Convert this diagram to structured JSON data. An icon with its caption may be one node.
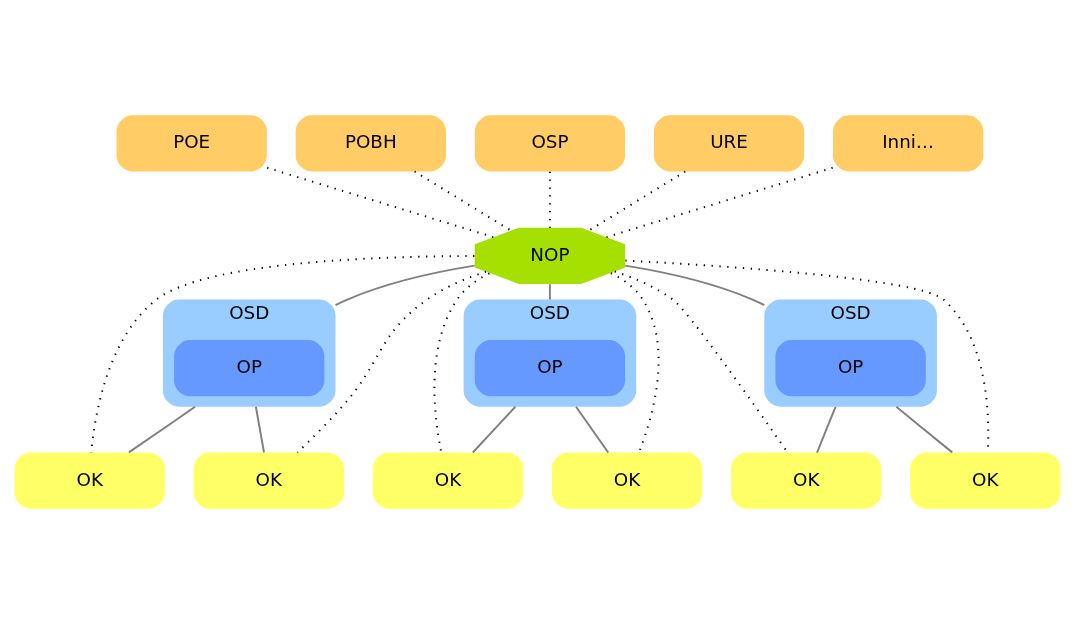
{
  "diagram": {
    "nodes": [
      {
        "text": [
          "POE"
        ]
      },
      {
        "text": [
          "POBH"
        ]
      },
      {
        "text": [
          "OSP"
        ]
      },
      {
        "text": [
          "URE"
        ]
      },
      {
        "text": [
          "Inni…"
        ]
      },
      {
        "text": [
          "NOP"
        ]
      },
      {
        "text": [
          "OSD"
        ]
      },
      {
        "text": [
          "OP"
        ],
        "in": 6
      },
      {
        "text": [
          "OSD"
        ]
      },
      {
        "text": [
          "OP"
        ],
        "in": 8
      },
      {
        "text": [
          "OSD"
        ]
      },
      {
        "text": [
          "OP"
        ],
        "in": 10
      },
      {
        "text": [
          "OK"
        ]
      },
      {
        "text": [
          "OK"
        ]
      },
      {
        "text": [
          "OK"
        ]
      },
      {
        "text": [
          "OK"
        ]
      },
      {
        "text": [
          "OK"
        ]
      },
      {
        "text": [
          "OK"
        ]
      }
    ],
    "edges": [
      {
        "from": 0,
        "to": 5,
        "arrow": "none",
        "style": "dashed"
      },
      {
        "from": 1,
        "to": 5,
        "arrow": "none",
        "style": "dashed"
      },
      {
        "from": 2,
        "to": 5,
        "arrow": "none",
        "style": "dashed"
      },
      {
        "from": 3,
        "to": 5,
        "arrow": "none",
        "style": "dashed"
      },
      {
        "from": 4,
        "to": 5,
        "arrow": "none",
        "style": "dashed"
      },
      {
        "from": 5,
        "to": 6,
        "arrow": "none",
        "color": "#808080"
      },
      {
        "from": 5,
        "to": 8,
        "arrow": "none",
        "color": "#808080"
      },
      {
        "from": 5,
        "to": 10,
        "arrow": "none",
        "color": "#808080"
      },
      {
        "from": 5,
        "to": 12,
        "arrow": "none",
        "style": "dashed"
      },
      {
        "from": 5,
        "to": 13,
        "arrow": "none",
        "style": "dashed"
      },
      {
        "from": 5,
        "to": 14,
        "arrow": "none",
        "style": "dashed"
      },
      {
        "from": 5,
        "to": 15,
        "arrow": "none",
        "style": "dashed"
      },
      {
        "from": 5,
        "to": 16,
        "arrow": "none",
        "style": "dashed"
      },
      {
        "from": 5,
        "to": 17,
        "arrow": "none",
        "style": "dashed"
      },
      {
        "from": 6,
        "to": 12,
        "arrow": "none",
        "color": "#808080"
      },
      {
        "from": 6,
        "to": 13,
        "arrow": "none",
        "color": "#808080"
      },
      {
        "from": 8,
        "to": 14,
        "arrow": "none",
        "color": "#808080"
      },
      {
        "from": 8,
        "to": 15,
        "arrow": "none",
        "color": "#808080"
      },
      {
        "from": 10,
        "to": 16,
        "arrow": "none",
        "color": "#808080"
      },
      {
        "from": 10,
        "to": 17,
        "arrow": "none",
        "color": "#808080"
      }
    ]
  }
}
